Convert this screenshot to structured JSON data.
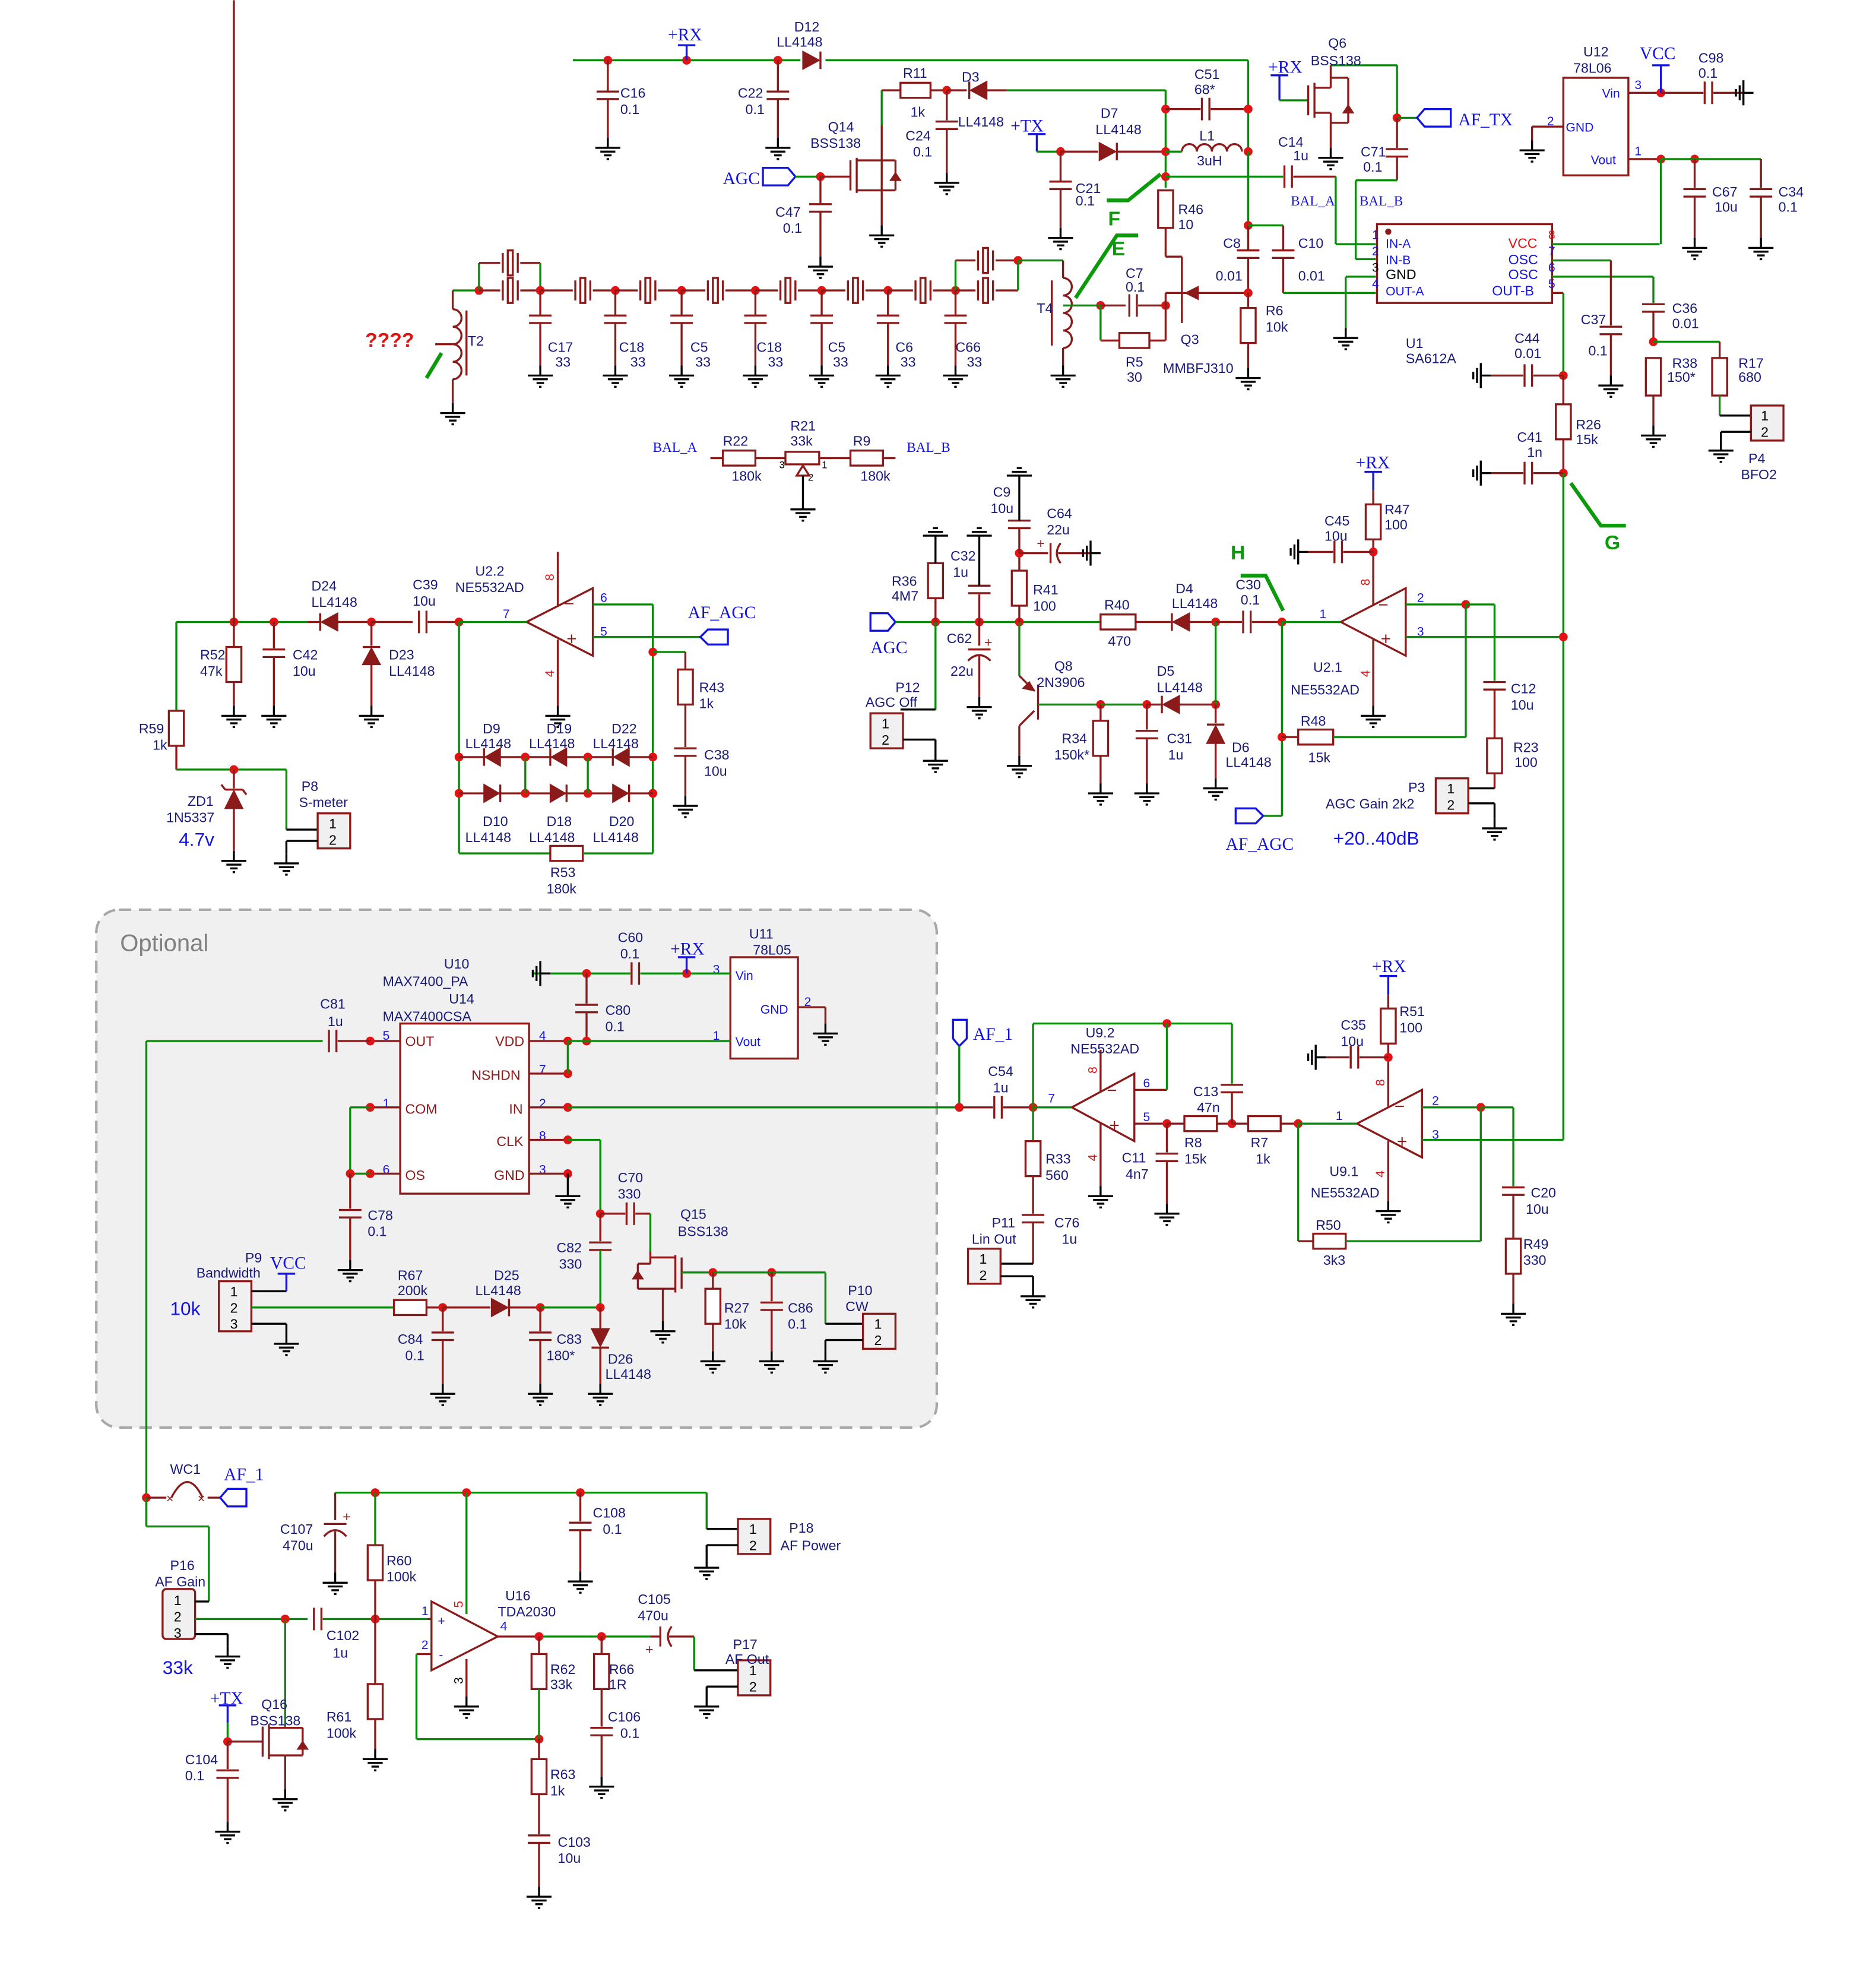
{
  "title": "Receiver IF / AGC / AF schematic",
  "nets": {
    "rx": "+RX",
    "tx": "+TX",
    "vcc": "VCC",
    "agc": "AGC",
    "af_agc": "AF_AGC",
    "af_tx": "AF_TX",
    "af_1": "AF_1",
    "bal_a": "BAL_A",
    "bal_b": "BAL_B"
  },
  "annotations": {
    "unknown": "????",
    "E": "E",
    "F": "F",
    "G": "G",
    "H": "H",
    "zener_voltage": "4.7v",
    "agc_gain_range": "+20..40dB",
    "bandwidth_pot": "10k",
    "af_gain_pot": "33k",
    "optional_box": "Optional"
  },
  "components": {
    "D12": {
      "ref": "D12",
      "value": "LL4148"
    },
    "C16": {
      "ref": "C16",
      "value": "0.1"
    },
    "C22": {
      "ref": "C22",
      "value": "0.1"
    },
    "R11": {
      "ref": "R11",
      "value": "1k"
    },
    "D3": {
      "ref": "D3",
      "value": "LL4148"
    },
    "C24": {
      "ref": "C24",
      "value": "0.1"
    },
    "Q14": {
      "ref": "Q14",
      "value": "BSS138"
    },
    "C47": {
      "ref": "C47",
      "value": "0.1"
    },
    "D7": {
      "ref": "D7",
      "value": "LL4148"
    },
    "C21": {
      "ref": "C21",
      "value": "0.1"
    },
    "C51": {
      "ref": "C51",
      "value": "68*"
    },
    "L1": {
      "ref": "L1",
      "value": "3uH"
    },
    "R46": {
      "ref": "R46",
      "value": "10"
    },
    "C8": {
      "ref": "C8",
      "value": "0.01"
    },
    "C10": {
      "ref": "C10",
      "value": "0.01"
    },
    "R6": {
      "ref": "R6",
      "value": "10k"
    },
    "Q3": {
      "ref": "Q3",
      "value": "MMBFJ310"
    },
    "C7": {
      "ref": "C7",
      "value": "0.1"
    },
    "R5": {
      "ref": "R5",
      "value": "30"
    },
    "T2": {
      "ref": "T2",
      "value": ""
    },
    "T4": {
      "ref": "T4",
      "value": ""
    },
    "C14": {
      "ref": "C14",
      "value": "1u"
    },
    "Q6": {
      "ref": "Q6",
      "value": "BSS138"
    },
    "C71": {
      "ref": "C71",
      "value": "0.1"
    },
    "U12": {
      "ref": "U12",
      "value": "78L06"
    },
    "C98": {
      "ref": "C98",
      "value": "0.1"
    },
    "C67": {
      "ref": "C67",
      "value": "10u"
    },
    "C34": {
      "ref": "C34",
      "value": "0.1"
    },
    "U1": {
      "ref": "U1",
      "value": "SA612A"
    },
    "C37": {
      "ref": "C37",
      "value": "0.1"
    },
    "C36": {
      "ref": "C36",
      "value": "0.01"
    },
    "C44": {
      "ref": "C44",
      "value": "0.01"
    },
    "R38": {
      "ref": "R38",
      "value": "150*"
    },
    "R17": {
      "ref": "R17",
      "value": "680"
    },
    "P4": {
      "ref": "P4",
      "value": "BFO2"
    },
    "R26": {
      "ref": "R26",
      "value": "15k"
    },
    "C41": {
      "ref": "C41",
      "value": "1n"
    },
    "R22": {
      "ref": "R22",
      "value": "180k"
    },
    "R21": {
      "ref": "R21",
      "value": "33k"
    },
    "R9": {
      "ref": "R9",
      "value": "180k"
    },
    "C9": {
      "ref": "C9",
      "value": "10u"
    },
    "C64": {
      "ref": "C64",
      "value": "22u"
    },
    "C32": {
      "ref": "C32",
      "value": "1u"
    },
    "R36": {
      "ref": "R36",
      "value": "4M7"
    },
    "R41": {
      "ref": "R41",
      "value": "100"
    },
    "C62": {
      "ref": "C62",
      "value": "22u"
    },
    "R40": {
      "ref": "R40",
      "value": "470"
    },
    "D4": {
      "ref": "D4",
      "value": "LL4148"
    },
    "C30": {
      "ref": "C30",
      "value": "0.1"
    },
    "Q8": {
      "ref": "Q8",
      "value": "2N3906"
    },
    "D5": {
      "ref": "D5",
      "value": "LL4148"
    },
    "R34": {
      "ref": "R34",
      "value": "150k*"
    },
    "C31": {
      "ref": "C31",
      "value": "1u"
    },
    "D6": {
      "ref": "D6",
      "value": "LL4148"
    },
    "P12": {
      "ref": "P12",
      "value": "AGC Off"
    },
    "R47": {
      "ref": "R47",
      "value": "100"
    },
    "C45": {
      "ref": "C45",
      "value": "10u"
    },
    "U2_1": {
      "ref": "U2.1",
      "value": "NE5532AD"
    },
    "R48": {
      "ref": "R48",
      "value": "15k"
    },
    "C12": {
      "ref": "C12",
      "value": "10u"
    },
    "R23": {
      "ref": "R23",
      "value": "100"
    },
    "P3": {
      "ref": "P3",
      "value": "AGC Gain 2k2"
    },
    "D24": {
      "ref": "D24",
      "value": "LL4148"
    },
    "C39": {
      "ref": "C39",
      "value": "10u"
    },
    "U2_2": {
      "ref": "U2.2",
      "value": "NE5532AD"
    },
    "R52": {
      "ref": "R52",
      "value": "47k"
    },
    "C42": {
      "ref": "C42",
      "value": "10u"
    },
    "D23": {
      "ref": "D23",
      "value": "LL4148"
    },
    "R43": {
      "ref": "R43",
      "value": "1k"
    },
    "C38": {
      "ref": "C38",
      "value": "10u"
    },
    "R59": {
      "ref": "R59",
      "value": "1k"
    },
    "ZD1": {
      "ref": "ZD1",
      "value": "1N5337"
    },
    "P8": {
      "ref": "P8",
      "value": "S-meter"
    },
    "D9": {
      "ref": "D9",
      "value": "LL4148"
    },
    "D19": {
      "ref": "D19",
      "value": "LL4148"
    },
    "D22": {
      "ref": "D22",
      "value": "LL4148"
    },
    "D10": {
      "ref": "D10",
      "value": "LL4148"
    },
    "D18": {
      "ref": "D18",
      "value": "LL4148"
    },
    "D20": {
      "ref": "D20",
      "value": "LL4148"
    },
    "R53": {
      "ref": "R53",
      "value": "180k"
    },
    "U10": {
      "ref": "U10",
      "value": "MAX7400_PA"
    },
    "U14": {
      "ref": "U14",
      "value": "MAX7400CSA"
    },
    "C81": {
      "ref": "C81",
      "value": "1u"
    },
    "C60": {
      "ref": "C60",
      "value": "0.1"
    },
    "C80": {
      "ref": "C80",
      "value": "0.1"
    },
    "U11": {
      "ref": "U11",
      "value": "78L05"
    },
    "C78": {
      "ref": "C78",
      "value": "0.1"
    },
    "C70": {
      "ref": "C70",
      "value": "330"
    },
    "Q15": {
      "ref": "Q15",
      "value": "BSS138"
    },
    "C82": {
      "ref": "C82",
      "value": "330"
    },
    "P9": {
      "ref": "P9",
      "value": "Bandwidth"
    },
    "R67": {
      "ref": "R67",
      "value": "200k"
    },
    "D25": {
      "ref": "D25",
      "value": "LL4148"
    },
    "C84": {
      "ref": "C84",
      "value": "0.1"
    },
    "C83": {
      "ref": "C83",
      "value": "180*"
    },
    "D26": {
      "ref": "D26",
      "value": "LL4148"
    },
    "R27": {
      "ref": "R27",
      "value": "10k"
    },
    "C86": {
      "ref": "C86",
      "value": "0.1"
    },
    "P10": {
      "ref": "P10",
      "value": "CW"
    },
    "C54": {
      "ref": "C54",
      "value": "1u"
    },
    "U9_2": {
      "ref": "U9.2",
      "value": "NE5532AD"
    },
    "R33": {
      "ref": "R33",
      "value": "560"
    },
    "C76": {
      "ref": "C76",
      "value": "1u"
    },
    "P11": {
      "ref": "P11",
      "value": "Lin Out"
    },
    "C11": {
      "ref": "C11",
      "value": "4n7"
    },
    "R8": {
      "ref": "R8",
      "value": "15k"
    },
    "C13": {
      "ref": "C13",
      "value": "47n"
    },
    "R7": {
      "ref": "R7",
      "value": "1k"
    },
    "R51": {
      "ref": "R51",
      "value": "100"
    },
    "C35": {
      "ref": "C35",
      "value": "10u"
    },
    "U9_1": {
      "ref": "U9.1",
      "value": "NE5532AD"
    },
    "R50": {
      "ref": "R50",
      "value": "3k3"
    },
    "C20": {
      "ref": "C20",
      "value": "10u"
    },
    "R49": {
      "ref": "R49",
      "value": "330"
    },
    "WC1": {
      "ref": "WC1",
      "value": ""
    },
    "C107": {
      "ref": "C107",
      "value": "470u"
    },
    "R60": {
      "ref": "R60",
      "value": "100k"
    },
    "C108": {
      "ref": "C108",
      "value": "0.1"
    },
    "P18": {
      "ref": "P18",
      "value": "AF Power"
    },
    "P16": {
      "ref": "P16",
      "value": "AF Gain"
    },
    "C102": {
      "ref": "C102",
      "value": "1u"
    },
    "U16": {
      "ref": "U16",
      "value": "TDA2030"
    },
    "C105": {
      "ref": "C105",
      "value": "470u"
    },
    "P17": {
      "ref": "P17",
      "value": "AF Out"
    },
    "R62": {
      "ref": "R62",
      "value": "33k"
    },
    "R66": {
      "ref": "R66",
      "value": "1R"
    },
    "C106": {
      "ref": "C106",
      "value": "0.1"
    },
    "Q16": {
      "ref": "Q16",
      "value": "BSS138"
    },
    "R61": {
      "ref": "R61",
      "value": "100k"
    },
    "C104": {
      "ref": "C104",
      "value": "0.1"
    },
    "R63": {
      "ref": "R63",
      "value": "1k"
    },
    "C103": {
      "ref": "C103",
      "value": "10u"
    }
  },
  "crystal_filter": {
    "shunt_caps": [
      {
        "ref": "C17",
        "value": "33"
      },
      {
        "ref": "C18",
        "value": "33"
      },
      {
        "ref": "C5",
        "value": "33"
      },
      {
        "ref": "C18",
        "value": "33"
      },
      {
        "ref": "C5",
        "value": "33"
      },
      {
        "ref": "C6",
        "value": "33"
      },
      {
        "ref": "C66",
        "value": "33"
      }
    ]
  },
  "u1_pins": {
    "left": [
      {
        "num": "1",
        "name": "IN-A"
      },
      {
        "num": "2",
        "name": "IN-B"
      },
      {
        "num": "3",
        "name": "GND"
      },
      {
        "num": "4",
        "name": "OUT-A"
      }
    ],
    "right": [
      {
        "num": "8",
        "name": "VCC"
      },
      {
        "num": "7",
        "name": "OSC"
      },
      {
        "num": "6",
        "name": "OSC"
      },
      {
        "num": "5",
        "name": "OUT-B"
      }
    ]
  },
  "u14_pins": {
    "left": [
      {
        "num": "5",
        "name": "OUT"
      },
      {
        "num": "1",
        "name": "COM"
      },
      {
        "num": "6",
        "name": "OS"
      }
    ],
    "right": [
      {
        "num": "4",
        "name": "VDD"
      },
      {
        "num": "7",
        "name": "NSHDN"
      },
      {
        "num": "2",
        "name": "IN"
      },
      {
        "num": "8",
        "name": "CLK"
      },
      {
        "num": "3",
        "name": "GND"
      }
    ]
  },
  "reg_pins": {
    "vin": "Vin",
    "gnd": "GND",
    "vout": "Vout",
    "p_vin": "3",
    "p_gnd": "2",
    "p_vout": "1"
  },
  "opamp_pins": {
    "u2_1": {
      "out": "1",
      "inv": "2",
      "non": "3",
      "vp": "8",
      "vn": "4"
    },
    "u2_2": {
      "out": "7",
      "inv": "6",
      "non": "5",
      "vp": "8",
      "vn": "4"
    },
    "u9_2": {
      "out": "7",
      "inv": "6",
      "non": "5",
      "vp": "8",
      "vn": "4"
    },
    "u9_1": {
      "out": "1",
      "inv": "2",
      "non": "3",
      "vp": "8",
      "vn": "4"
    },
    "u16": {
      "non": "1",
      "inv": "2",
      "out": "4",
      "vp": "5",
      "vn": "3"
    }
  },
  "connector_pins": {
    "p1": "1",
    "p2": "2",
    "p3": "3"
  },
  "pot_pins": {
    "a": "3",
    "b": "1",
    "w": "2"
  }
}
